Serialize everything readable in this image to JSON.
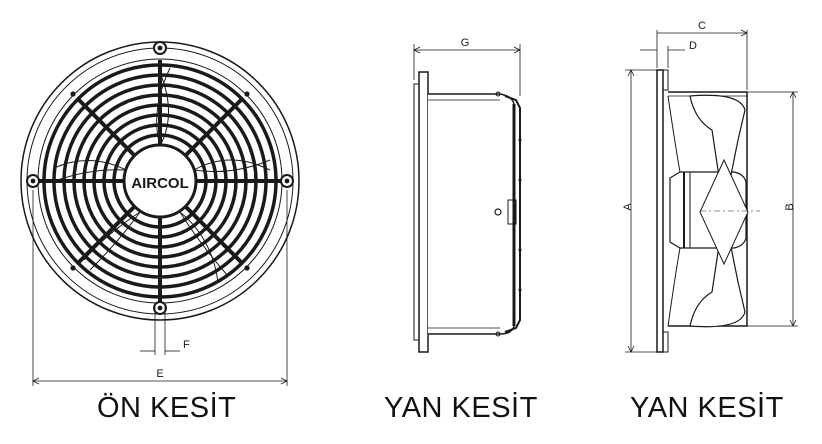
{
  "brand": {
    "logo_text": "AIRCOL"
  },
  "views": {
    "front": {
      "caption": "ÖN KESİT"
    },
    "side_g": {
      "caption": "YAN KESİT"
    },
    "side_profile": {
      "caption": "YAN KESİT"
    }
  },
  "dimensions": {
    "front_overall": "E",
    "front_slot": "F",
    "side_depth": "G",
    "side_c": "C",
    "side_d": "D",
    "side_a": "A",
    "side_b": "B"
  },
  "colors": {
    "line": "#1a1a1a",
    "fill_dark": "#1a1a1a",
    "fill_light": "#f7f7f7"
  }
}
